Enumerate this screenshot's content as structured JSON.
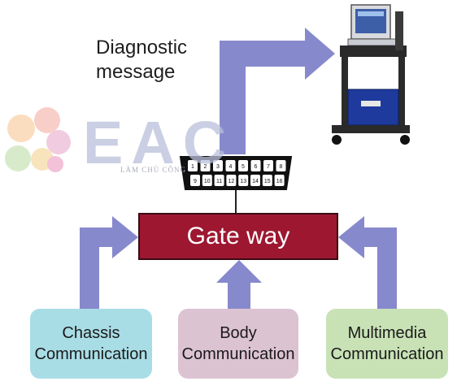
{
  "diagram": {
    "diagnostic_label_line1": "Diagnostic",
    "diagnostic_label_line2": "message",
    "gateway_label": "Gate way",
    "connector_pins_top": [
      "1",
      "2",
      "3",
      "4",
      "5",
      "6",
      "7",
      "8"
    ],
    "connector_pins_bottom": [
      "9",
      "10",
      "11",
      "12",
      "13",
      "14",
      "15",
      "16"
    ],
    "buses": [
      {
        "line1": "Chassis",
        "line2": "Communication"
      },
      {
        "line1": "Body",
        "line2": "Communication"
      },
      {
        "line1": "Multimedia",
        "line2": "Communication"
      }
    ]
  },
  "watermark": {
    "text": "EAC",
    "subtitle": "LÀM CHỦ CÔNG"
  },
  "colors": {
    "arrow": "#7a7cc8",
    "gateway": "#9d1731",
    "chassis": "#a9dde6",
    "body": "#dcc3d2",
    "multimedia": "#c8e2b6",
    "scanner_cabinet": "#1d3a9c"
  }
}
